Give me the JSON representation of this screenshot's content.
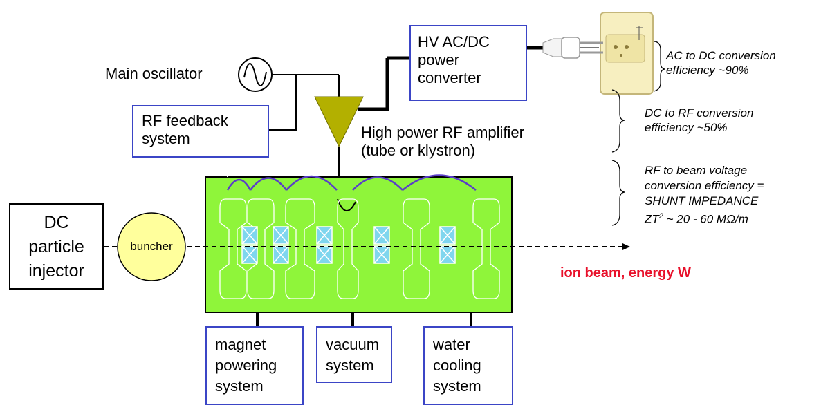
{
  "oscillator_label": "Main oscillator",
  "feedback_box": {
    "line1": "RF feedback",
    "line2": "system"
  },
  "converter_box": {
    "line1": "HV AC/DC",
    "line2": "power",
    "line3": "converter"
  },
  "amplifier_label": {
    "line1": "High power RF amplifier",
    "line2": "(tube or klystron)"
  },
  "injector_box": {
    "line1": "DC",
    "line2": "particle",
    "line3": "injector"
  },
  "buncher_label": "buncher",
  "beam_label": "ion beam, energy W",
  "support_systems": [
    {
      "line1": "magnet",
      "line2": "powering",
      "line3": "system"
    },
    {
      "line1": "vacuum",
      "line2": "system"
    },
    {
      "line1": "water",
      "line2": "cooling",
      "line3": "system"
    }
  ],
  "efficiency_notes": {
    "ac_dc": {
      "line1": "AC to DC conversion",
      "line2": "efficiency ~90%"
    },
    "dc_rf": {
      "line1": "DC to RF conversion",
      "line2": "efficiency ~50%"
    },
    "rf_beam": {
      "line1": "RF to beam voltage",
      "line2": "conversion efficiency =",
      "line3": "SHUNT IMPEDANCE",
      "line4_prefix": "ZT",
      "line4_sup": "2",
      "line4_suffix": " ~ 20 - 60 MΩ/m"
    }
  },
  "colors": {
    "box_border": "#3b45c6",
    "linac_fill": "#8ff53a",
    "amplifier_fill": "#b3b000",
    "buncher_fill": "#ffff9c",
    "beam_label_color": "#e8102a",
    "gap_fill": "#7fd6ee",
    "rf_wire": "#5a3ec8"
  }
}
